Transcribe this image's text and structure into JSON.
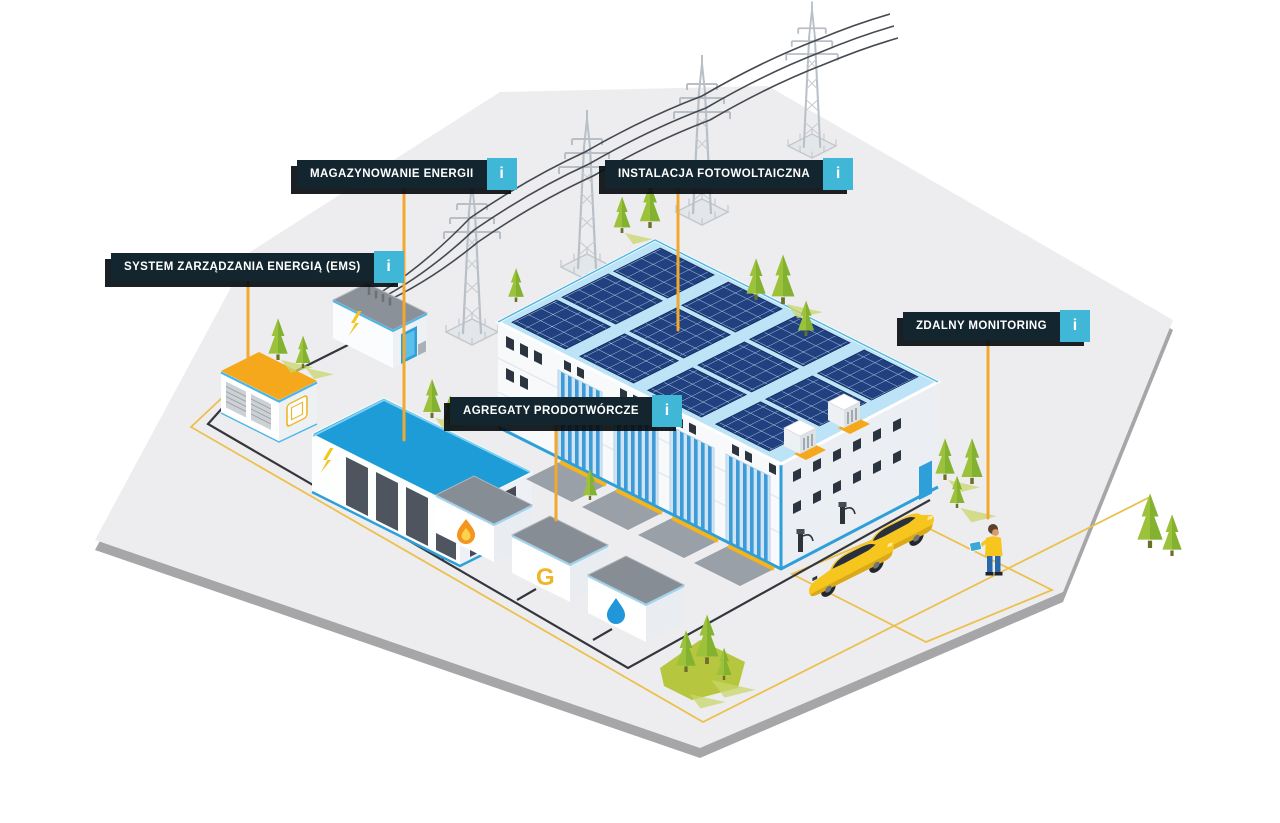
{
  "labels": [
    {
      "id": "energy-storage",
      "text": "MAGAZYNOWANIE ENERGII",
      "info": "i"
    },
    {
      "id": "pv-installation",
      "text": "INSTALACJA FOTOWOLTAICZNA",
      "info": "i"
    },
    {
      "id": "ems",
      "text": "SYSTEM ZARZĄDZANIA ENERGIĄ (EMS)",
      "info": "i"
    },
    {
      "id": "generators",
      "text": "AGREGATY PRODOTWÓRCZE",
      "info": "i"
    },
    {
      "id": "remote-monitoring",
      "text": "ZDALNY MONITORING",
      "info": "i"
    }
  ],
  "generator_units": {
    "letter": "G",
    "icons": [
      "flame-icon",
      "letter-g",
      "water-drop-icon"
    ]
  },
  "colors": {
    "label_bg": "#13252E",
    "info_button": "#41B7D8",
    "leader_line": "#F2A72E",
    "ground_loop_yellow": "#ECC04C",
    "ground_bus_black": "#33373C",
    "solar_panel": "#20407F",
    "roof_light_blue": "#BDE4F6",
    "battery_roof_blue": "#1D9CD8",
    "ems_roof_yellow": "#F5A81C",
    "car_yellow": "#F6C51E",
    "platform_gray": "#EDEDEF",
    "tree_green": "#9CC23C"
  }
}
